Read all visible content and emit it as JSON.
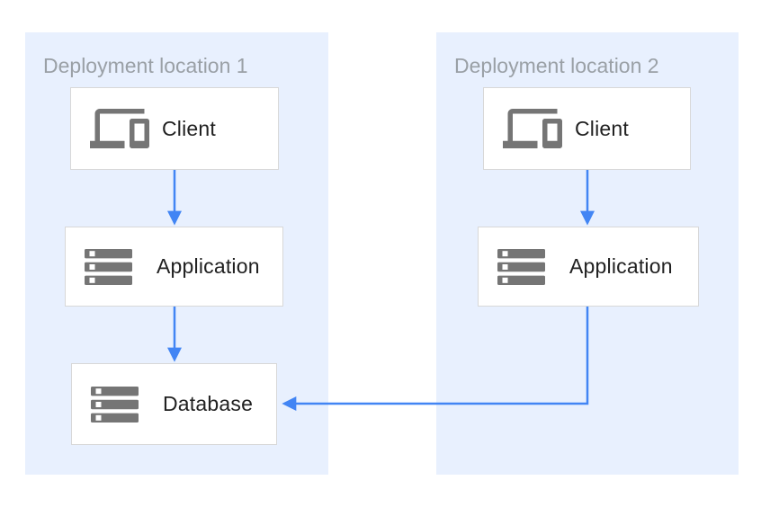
{
  "diagram": {
    "regions": [
      {
        "label": "Deployment location 1",
        "nodes": [
          {
            "id": "client-1",
            "label": "Client",
            "icon": "devices-icon"
          },
          {
            "id": "application-1",
            "label": "Application",
            "icon": "server-stack-icon"
          },
          {
            "id": "database-1",
            "label": "Database",
            "icon": "server-stack-icon"
          }
        ]
      },
      {
        "label": "Deployment location 2",
        "nodes": [
          {
            "id": "client-2",
            "label": "Client",
            "icon": "devices-icon"
          },
          {
            "id": "application-2",
            "label": "Application",
            "icon": "server-stack-icon"
          }
        ]
      }
    ],
    "edges": [
      {
        "from": "client-1",
        "to": "application-1",
        "shape": "straight-down"
      },
      {
        "from": "application-1",
        "to": "database-1",
        "shape": "straight-down"
      },
      {
        "from": "client-2",
        "to": "application-2",
        "shape": "straight-down"
      },
      {
        "from": "application-2",
        "to": "database-1",
        "shape": "elbow-down-left"
      }
    ],
    "colors": {
      "region_background": "#e8f0fe",
      "node_background": "#ffffff",
      "node_border": "#d8d8d8",
      "arrow": "#4285f4",
      "icon": "#757575",
      "region_label_text": "#9aa0a6",
      "node_label_text": "#212121",
      "canvas_background": "#ffffff"
    }
  }
}
